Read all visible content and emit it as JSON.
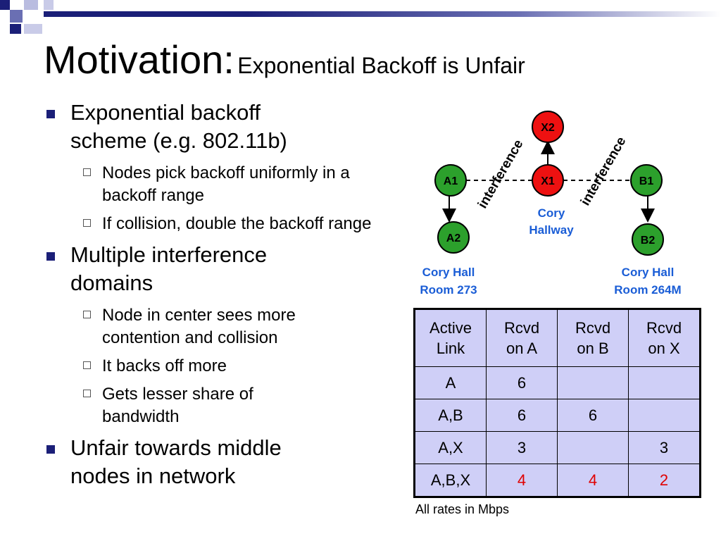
{
  "slide": {
    "title_main": "Motivation:",
    "title_sub": "Exponential Backoff is Unfair"
  },
  "bullets": [
    {
      "text": "Exponential backoff scheme (e.g. 802.11b)",
      "sub": [
        "Nodes pick backoff uniformly in a backoff range",
        "If collision, double the backoff range"
      ]
    },
    {
      "text": "Multiple interference domains",
      "sub": [
        "Node in center sees more contention and collision",
        "It backs off more",
        "Gets lesser share of bandwidth"
      ]
    },
    {
      "text": "Unfair towards middle nodes in network",
      "sub": []
    }
  ],
  "diagram": {
    "nodes": {
      "a1": "A1",
      "a2": "A2",
      "x1": "X1",
      "x2": "X2",
      "b1": "B1",
      "b2": "B2"
    },
    "interference_label": "interference",
    "labels": {
      "cory_hallway": [
        "Cory",
        "Hallway"
      ],
      "room_273": [
        "Cory Hall",
        "Room 273"
      ],
      "room_264m": [
        "Cory Hall",
        "Room 264M"
      ]
    },
    "colors": {
      "green_node": "#2ca02c",
      "red_node": "#ee1111",
      "label_blue": "#1a5dd6"
    }
  },
  "table": {
    "headers": [
      [
        "Active",
        "Link"
      ],
      [
        "Rcvd",
        "on A"
      ],
      [
        "Rcvd",
        "on B"
      ],
      [
        "Rcvd",
        "on X"
      ]
    ],
    "rows": [
      [
        "A",
        "6",
        "",
        ""
      ],
      [
        "A,B",
        "6",
        "6",
        ""
      ],
      [
        "A,X",
        "3",
        "",
        "3"
      ],
      [
        "A,B,X",
        "4",
        "4",
        "2"
      ]
    ],
    "note": "All rates in Mbps"
  }
}
